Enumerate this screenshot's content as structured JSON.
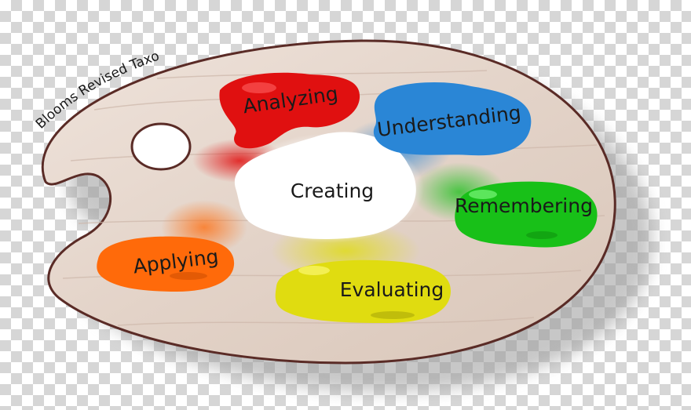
{
  "diagram": {
    "title": "Blooms Revised Taxo",
    "levels": [
      {
        "label": "Analyzing",
        "color": "#e01010"
      },
      {
        "label": "Understanding",
        "color": "#2a86d6"
      },
      {
        "label": "Creating",
        "color": "#ffffff"
      },
      {
        "label": "Remembering",
        "color": "#18c018"
      },
      {
        "label": "Applying",
        "color": "#ff6a0a"
      },
      {
        "label": "Evaluating",
        "color": "#e0dc10"
      }
    ],
    "palette_color": "#e6d8cf",
    "rim_color": "#5a2b26"
  }
}
